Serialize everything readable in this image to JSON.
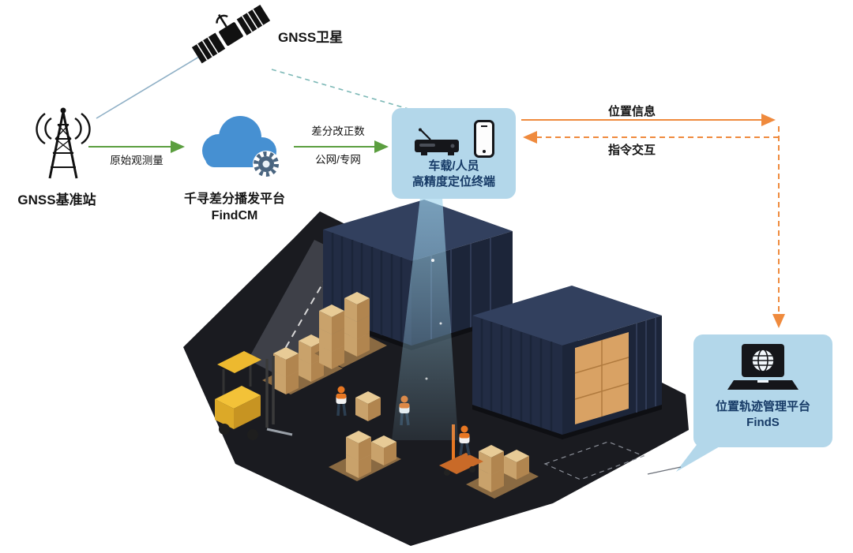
{
  "diagram": {
    "satellite": {
      "label": "GNSS卫星"
    },
    "base_station": {
      "label": "GNSS基准站"
    },
    "cloud_platform": {
      "line1": "千寻差分播发平台",
      "line2": "FindCM"
    },
    "terminal": {
      "line1": "车载/人员",
      "line2": "高精度定位终端"
    },
    "track_platform": {
      "line1": "位置轨迹管理平台",
      "line2": "FindS"
    },
    "edges": {
      "raw_observation": "原始观测量",
      "correction_line1": "差分改正数",
      "correction_line2": "公网/专网",
      "position_info": "位置信息",
      "command_interaction": "指令交互"
    }
  },
  "colors": {
    "green_arrow": "#5b9e3f",
    "orange_arrow": "#ef8a3d",
    "satellite_link": "#8fb0c6",
    "satellite_link_dashed": "#7cb8b6",
    "panel_bg": "#b3d7ea",
    "panel_text": "#163a66",
    "beam": "#9fd4ee",
    "container": "#2b3850",
    "floor": "#1a1b20",
    "box_tan": "#e8cb96",
    "forklift_yellow": "#f3c238",
    "vest_orange": "#e87722"
  }
}
